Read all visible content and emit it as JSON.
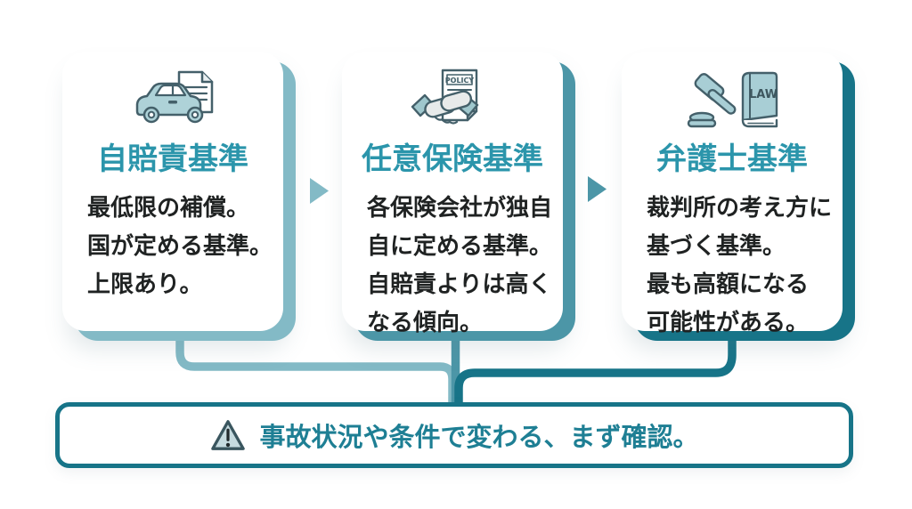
{
  "cards": [
    {
      "title": "自賠責基準",
      "body": "最低限の補償。\n国が定める基準。\n上限あり。",
      "icon": "car-document-icon",
      "accent": "#83bac6"
    },
    {
      "title": "任意保険基準",
      "body": "各保険会社が独自\n自に定める基準。\n自賠責よりは高く\nなる傾向。",
      "icon": "handshake-policy-icon",
      "icon_label": "POLICY",
      "accent": "#4c96a7"
    },
    {
      "title": "弁護士基準",
      "body": "裁判所の考え方に\n基づく基準。\n最も高額になる\n可能性がある。",
      "icon": "gavel-lawbook-icon",
      "icon_label": "LAW",
      "accent": "#177488"
    }
  ],
  "footer": {
    "text": "事故状況や条件で変わる、まず確認。",
    "icon": "warning-icon"
  },
  "colors": {
    "accent_light": "#83bac6",
    "accent_medium": "#4c96a7",
    "accent_dark": "#177488",
    "title_teal": "#2b95ab",
    "footer_teal": "#1e7f94",
    "body_text": "#1f2222",
    "icon_fill": "#aed2d8",
    "icon_stroke": "#44606a"
  }
}
